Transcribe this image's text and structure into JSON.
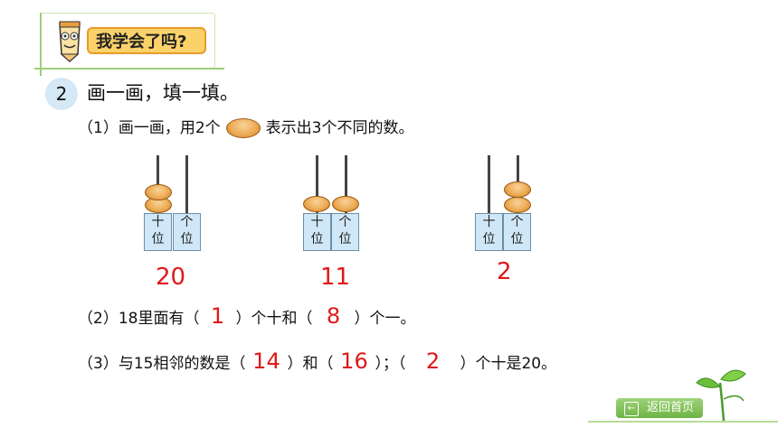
{
  "banner": {
    "title": "我学会了吗?"
  },
  "problem": {
    "number": "2",
    "heading": "画一画，填一填。",
    "part1": {
      "prefix": "（1）画一画，用2个",
      "suffix": "表示出3个不同的数。"
    },
    "abacus": [
      {
        "tens_label": "十\n位",
        "ones_label": "个\n位",
        "tens_beads": 2,
        "ones_beads": 0,
        "answer": "20"
      },
      {
        "tens_label": "十\n位",
        "ones_label": "个\n位",
        "tens_beads": 1,
        "ones_beads": 1,
        "answer": "11"
      },
      {
        "tens_label": "十\n位",
        "ones_label": "个\n位",
        "tens_beads": 0,
        "ones_beads": 2,
        "answer": "2"
      }
    ],
    "part2": {
      "a": "（2）18里面有（",
      "ans1": "1",
      "b": "）个十和（",
      "ans2": "8",
      "c": "）个一。"
    },
    "part3": {
      "a": "（3）与15相邻的数是（",
      "ans1": "14",
      "b": "）和（",
      "ans2": "16",
      "c": "）；（",
      "ans3": "2",
      "d": "）个十是20。"
    }
  },
  "footer": {
    "home_label": "返回首页"
  },
  "colors": {
    "answer": "#e01818",
    "bead": "#eba850",
    "base": "#cfe7f7"
  }
}
